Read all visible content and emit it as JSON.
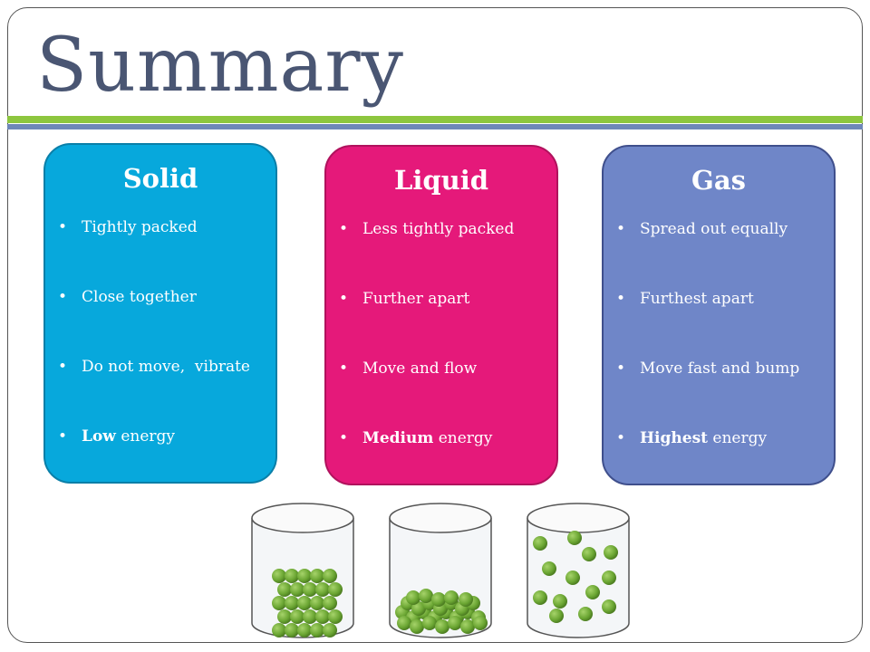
{
  "title": "Summary",
  "colors": {
    "title": "#4a5673",
    "rule_green": "#8dc63f",
    "rule_blue": "#6e87b8",
    "solid": "#07a8dc",
    "liquid": "#e5197a",
    "gas": "#6f86c8",
    "particle": "#7cb342"
  },
  "cards": [
    {
      "heading": "Solid",
      "items": [
        {
          "text": "Tightly packed"
        },
        {
          "text": "Close together"
        },
        {
          "text": "Do not move,  vibrate"
        },
        {
          "bold": "Low",
          "text": " energy"
        }
      ]
    },
    {
      "heading": "Liquid",
      "items": [
        {
          "text": "Less tightly packed"
        },
        {
          "text": "Further apart"
        },
        {
          "text": "Move and flow"
        },
        {
          "bold": "Medium",
          "text": " energy"
        }
      ]
    },
    {
      "heading": "Gas",
      "items": [
        {
          "text": "Spread out equally"
        },
        {
          "text": "Furthest apart"
        },
        {
          "text": "Move fast and bump"
        },
        {
          "bold": "Highest",
          "text": " energy"
        }
      ]
    }
  ],
  "bullet": "•"
}
